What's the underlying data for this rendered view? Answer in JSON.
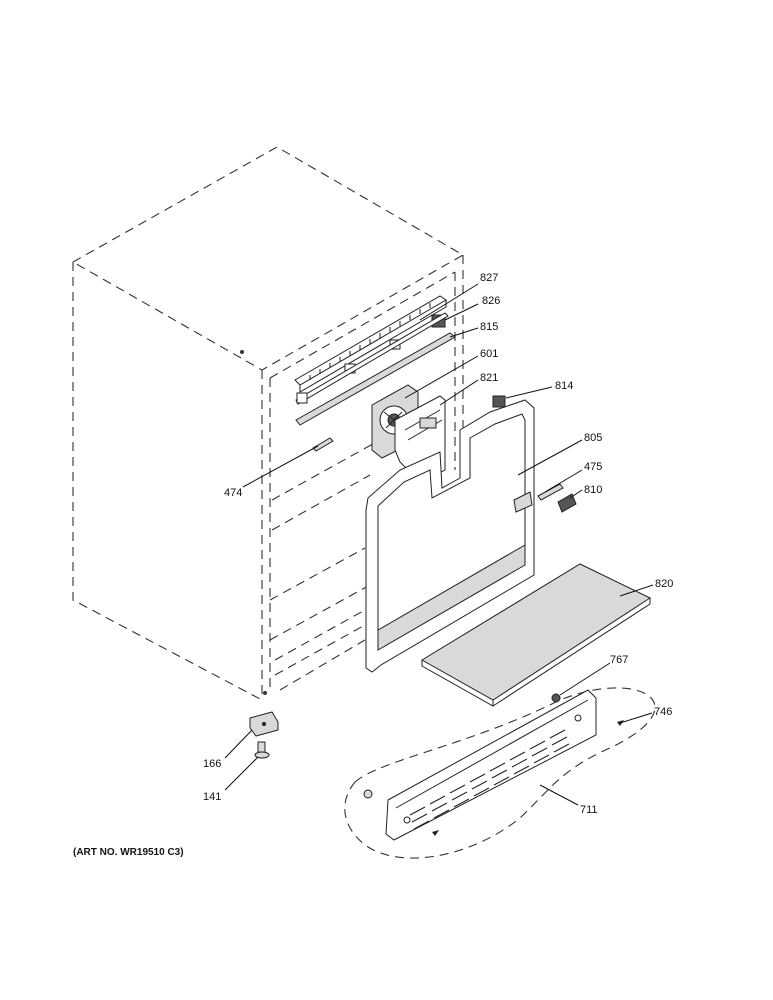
{
  "art_number": "(ART NO. WR19510 C3)",
  "labels": {
    "p827": "827",
    "p826": "826",
    "p815": "815",
    "p601": "601",
    "p821": "821",
    "p814": "814",
    "p805": "805",
    "p475": "475",
    "p810": "810",
    "p474": "474",
    "p820": "820",
    "p767": "767",
    "p746": "746",
    "p711": "711",
    "p166": "166",
    "p141": "141"
  }
}
